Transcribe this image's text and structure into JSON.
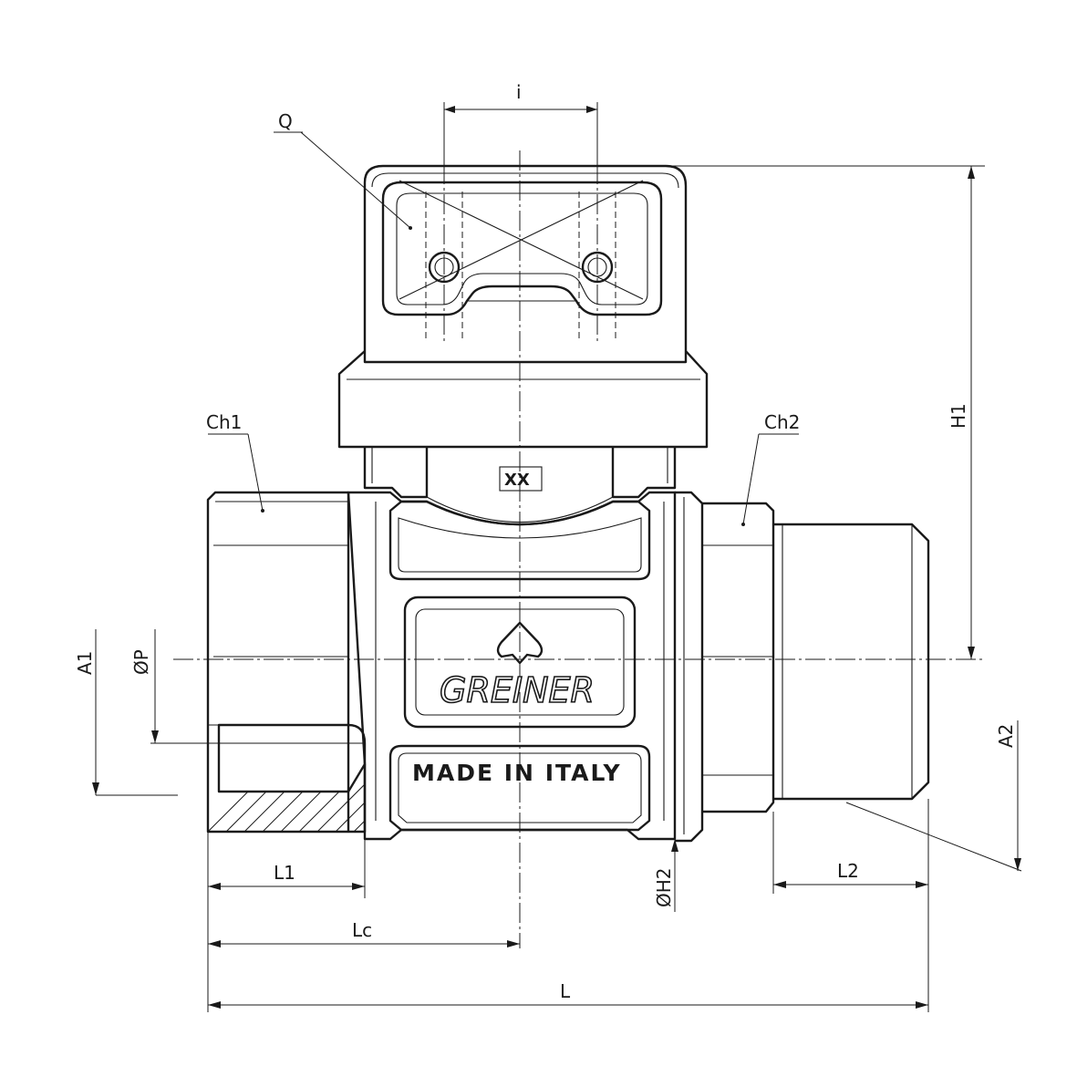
{
  "labels": {
    "q": "Q",
    "i": "i",
    "h1": "H1",
    "ch1": "Ch1",
    "ch2": "Ch2",
    "a1": "A1",
    "phi_p": "ØP",
    "a2": "A2",
    "l1": "L1",
    "l2": "L2",
    "lc": "Lc",
    "l": "L",
    "phi_h2": "ØH2"
  },
  "markings": {
    "code": "XX",
    "brand": "GREINER",
    "origin": "MADE IN ITALY"
  }
}
